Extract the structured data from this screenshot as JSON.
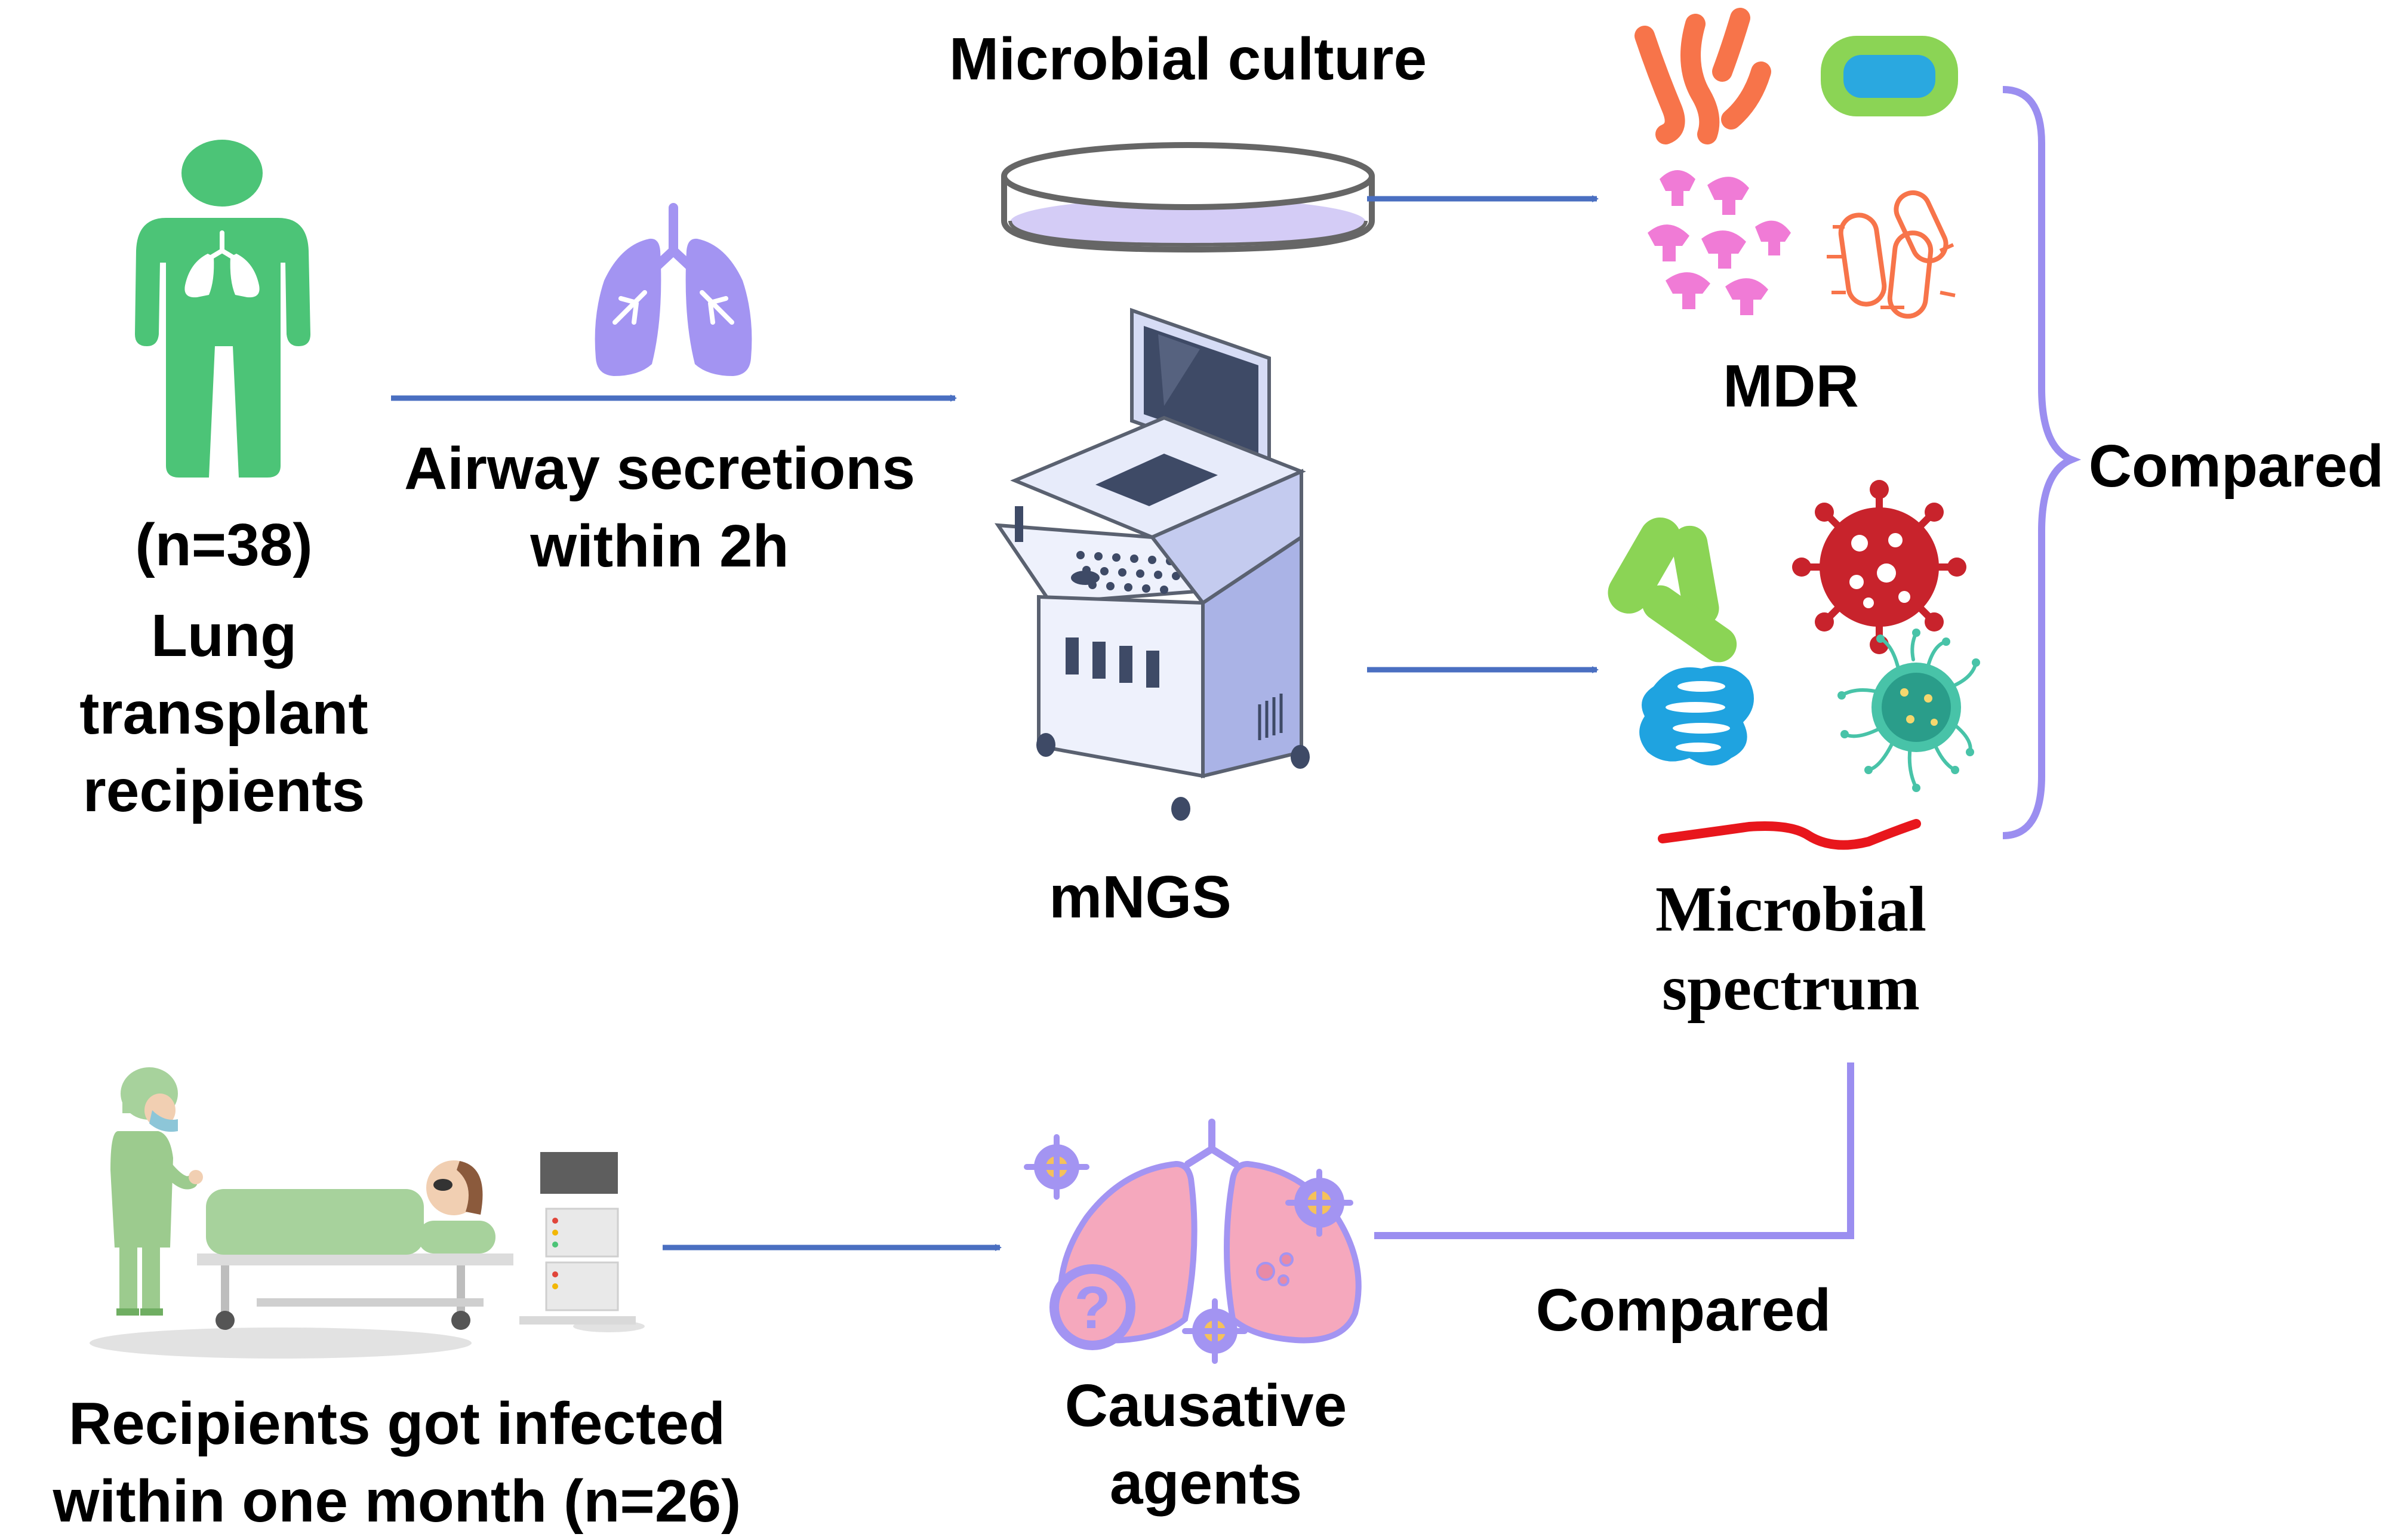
{
  "colors": {
    "arrow": "#4a6fc1",
    "bracket": "#9b8ef0",
    "person": "#4cc477",
    "lung_icon": "#a394f2",
    "lung_infected": "#f5a8bd"
  },
  "labels": {
    "microbial_culture": "Microbial culture",
    "n38": "(n=38)",
    "lung_transplant_recipients": "Lung transplant\nrecipients",
    "airway_secretions": "Airway secretions\nwithin 2h",
    "mngs": "mNGS",
    "mdr": "MDR",
    "compared_right": "Compared",
    "microbial_spectrum": "Microbial\nspectrum",
    "compared_bottom": "Compared",
    "recipients_infected": "Recipients got infected\nwithin one month (n=26)",
    "causative_agents": "Causative\nagents"
  },
  "icons": [
    "person-lungs-icon",
    "lungs-icon",
    "petri-dish-icon",
    "sequencer-machine-icon",
    "mdr-bacteria-icon",
    "bacteria-icon",
    "virus-icon",
    "fungus-icon",
    "worm-icon",
    "patient-bed-icon",
    "infected-lungs-icon",
    "question-mark-icon"
  ]
}
